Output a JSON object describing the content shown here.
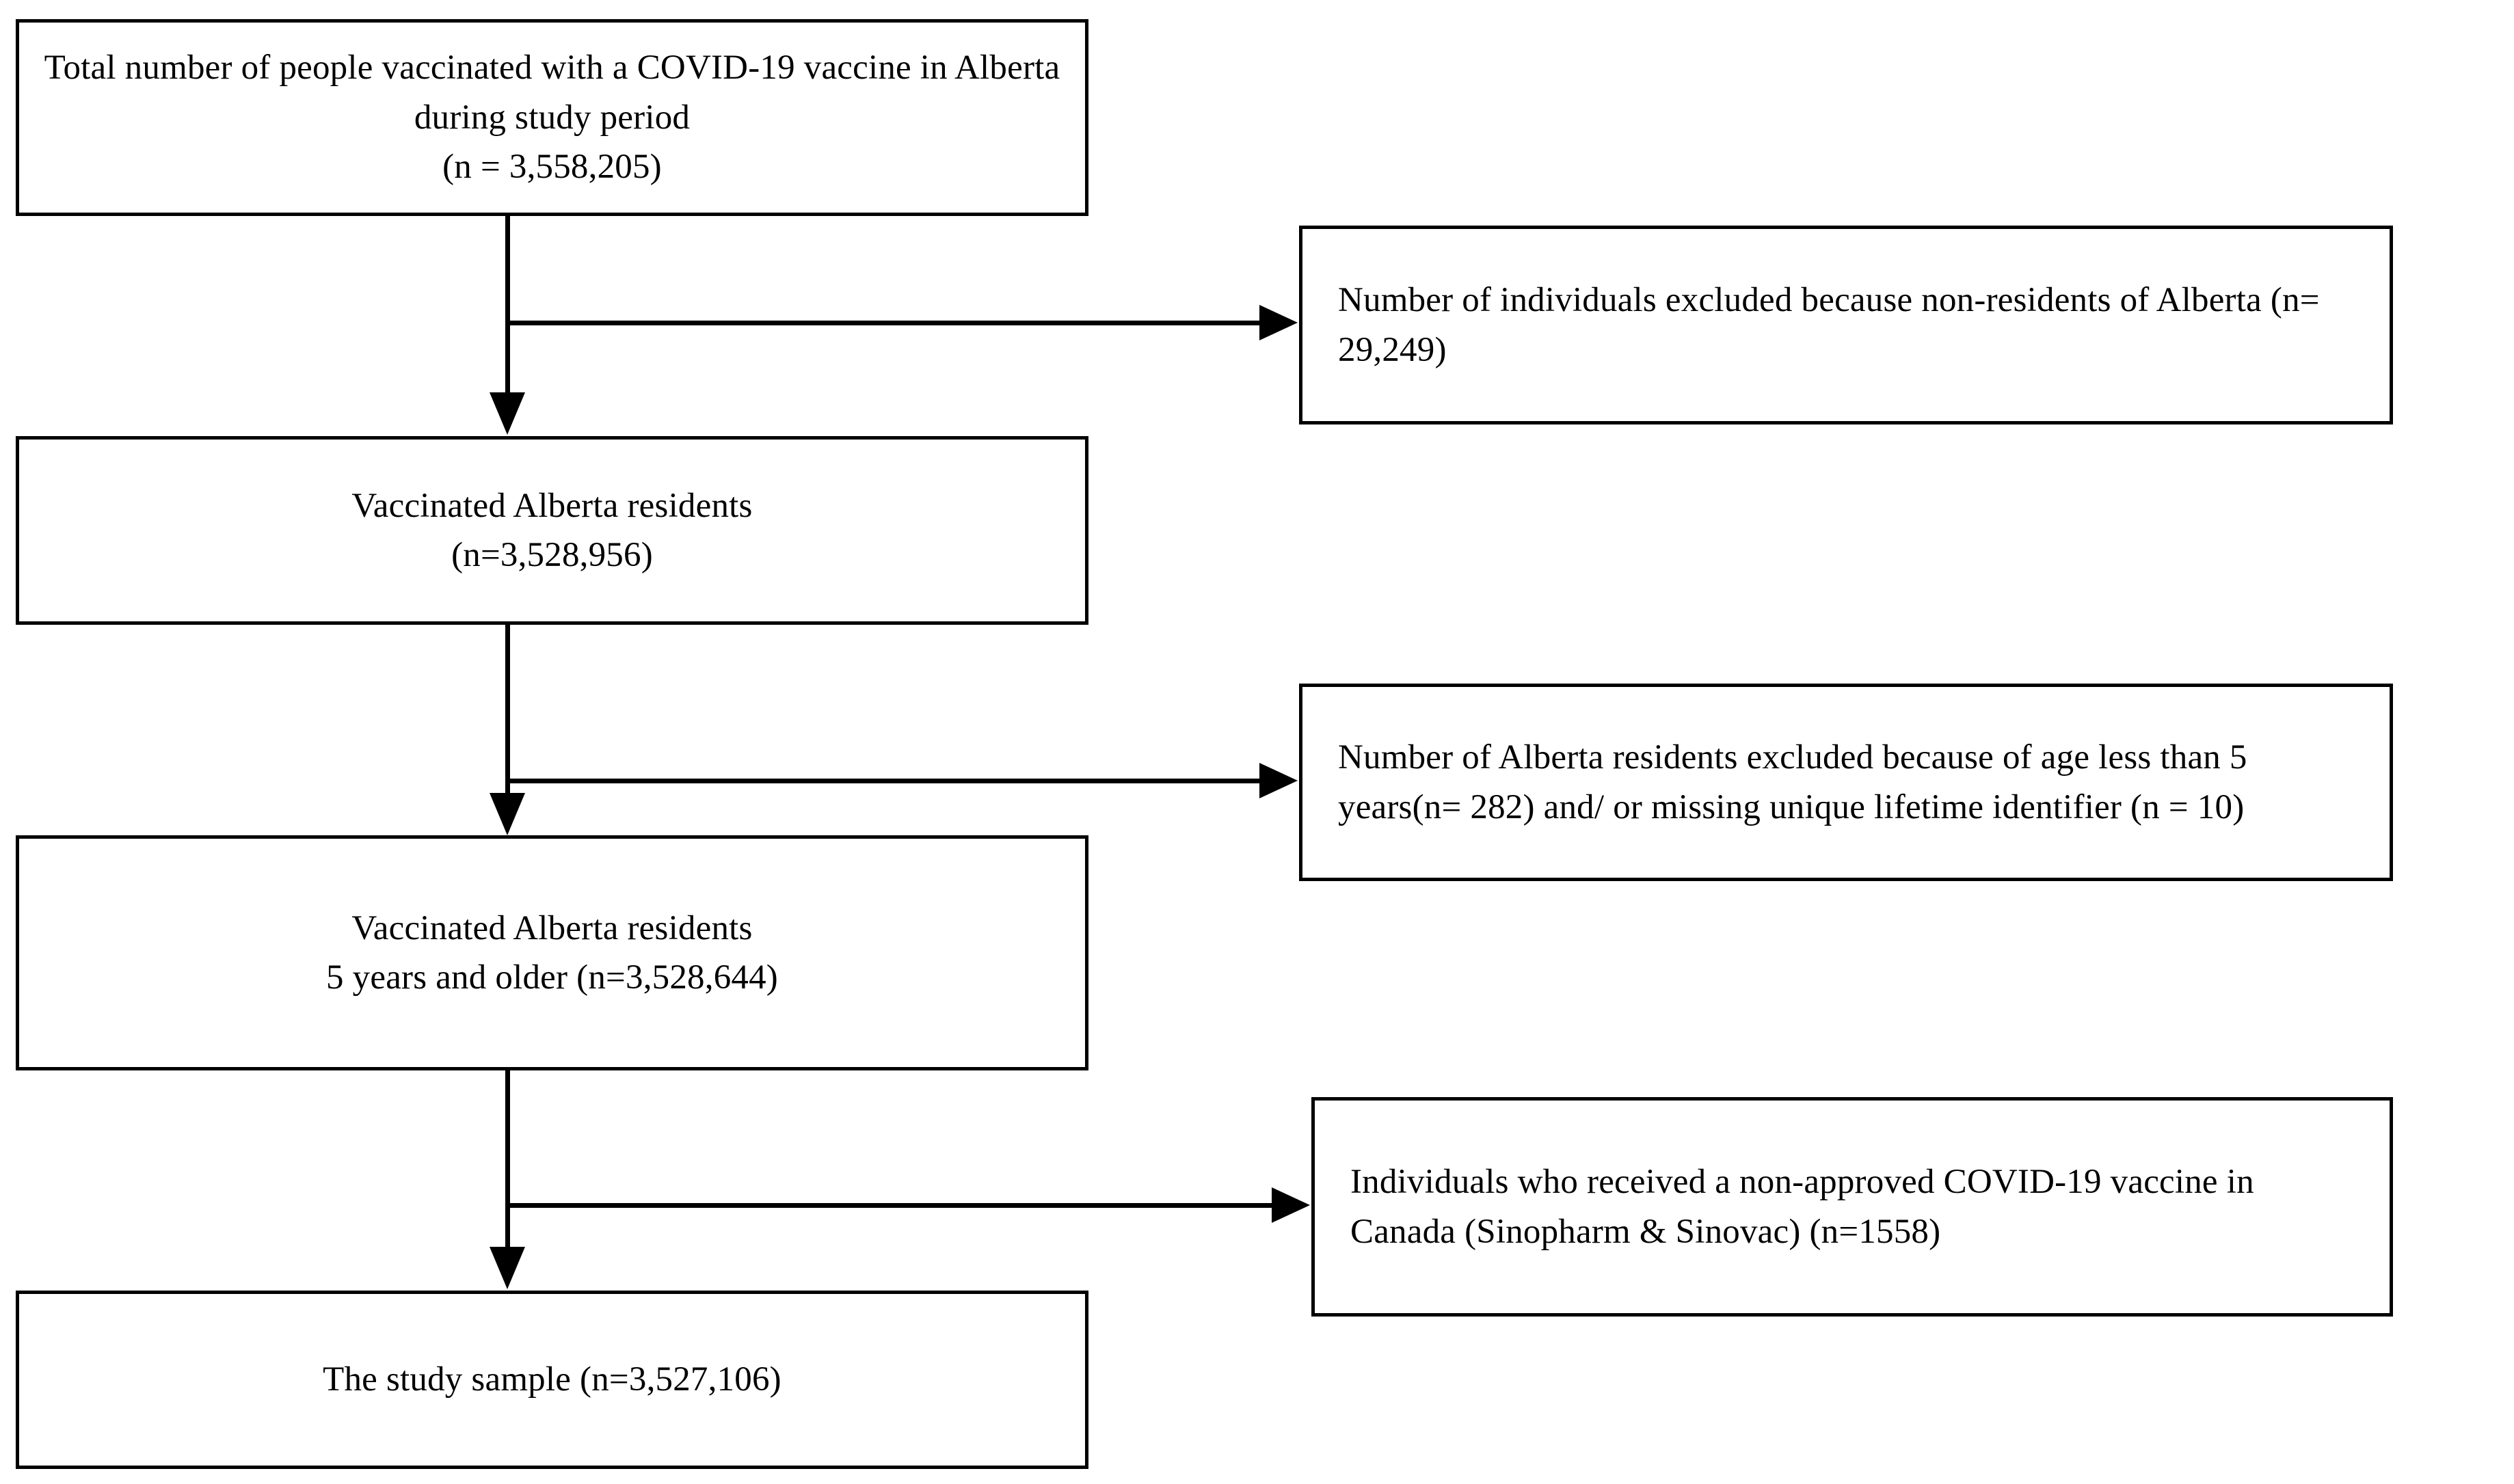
{
  "figure": {
    "type": "flowchart",
    "orientation": "top-to-bottom-with-right-exclusions",
    "background_color": "#ffffff",
    "line_color": "#000000",
    "box_border_color": "#000000"
  },
  "nodes": {
    "main": [
      {
        "id": "total-vaccinated",
        "text": "Total number of people vaccinated with a COVID-19 vaccine in Alberta during study period\n(n = 3,558,205)",
        "count": "3,558,205",
        "align": "center"
      },
      {
        "id": "alberta-residents",
        "text": "Vaccinated Alberta residents\n(n=3,528,956)",
        "count": "3,528,956",
        "align": "center"
      },
      {
        "id": "age-5-and-older",
        "text": "Vaccinated Alberta residents\n5 years and older (n=3,528,644)",
        "count": "3,528,644",
        "align": "center"
      },
      {
        "id": "study-sample",
        "text": "The study sample (n=3,527,106)",
        "count": "3,527,106",
        "align": "center"
      }
    ],
    "exclusions": [
      {
        "id": "excluded-non-residents",
        "text": "Number of individuals excluded because non-residents of Alberta (n= 29,249)",
        "count": "29,249",
        "align": "left"
      },
      {
        "id": "excluded-age-and-identifier",
        "text": "Number of Alberta residents excluded because of age less than 5 years(n= 282) and/ or missing unique lifetime identifier (n = 10)",
        "count": "282",
        "count_secondary": "10",
        "align": "left"
      },
      {
        "id": "excluded-non-approved-vaccine",
        "text": "Individuals who received a non-approved COVID-19 vaccine in Canada (Sinopharm & Sinovac) (n=1558)",
        "count": "1558",
        "align": "left"
      }
    ]
  },
  "connectors": [
    {
      "id": "connector-1",
      "from": "total-vaccinated",
      "to": "alberta-residents",
      "branch_to": "excluded-non-residents"
    },
    {
      "id": "connector-2",
      "from": "alberta-residents",
      "to": "age-5-and-older",
      "branch_to": "excluded-age-and-identifier"
    },
    {
      "id": "connector-3",
      "from": "age-5-and-older",
      "to": "study-sample",
      "branch_to": "excluded-non-approved-vaccine"
    }
  ]
}
